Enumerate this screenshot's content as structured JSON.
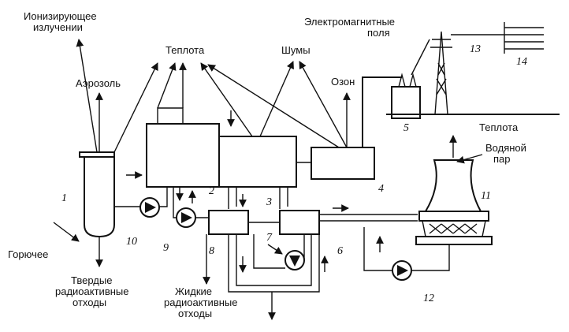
{
  "labels": {
    "ionizing": [
      "Ионизирующее",
      "излучении"
    ],
    "aerosol": "Аэрозоль",
    "heat_top": "Теплота",
    "noise": "Шумы",
    "em_fields": [
      "Электромагнитные",
      "поля"
    ],
    "ozone": "Озон",
    "heat_right": "Теплота",
    "water_vapor": [
      "Водяной",
      "пар"
    ],
    "fuel": "Горючее",
    "solid_waste": [
      "Твердые",
      "радиоактивные",
      "отходы"
    ],
    "liquid_waste": [
      "Жидкие",
      "радиоактивные",
      "отходы"
    ]
  },
  "numbers": {
    "n1": "1",
    "n2": "2",
    "n3": "3",
    "n4": "4",
    "n5": "5",
    "n6": "6",
    "n7": "7",
    "n8": "8",
    "n9": "9",
    "n10": "10",
    "n11": "11",
    "n12": "12",
    "n13": "13",
    "n14": "14"
  }
}
